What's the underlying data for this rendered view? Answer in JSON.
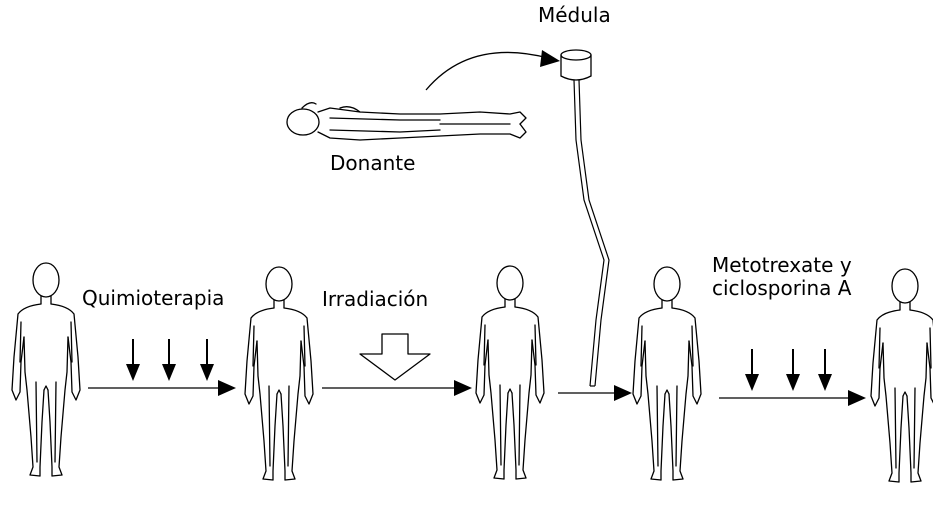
{
  "labels": {
    "chemotherapy": "Quimioterapia",
    "irradiation": "Irradiación",
    "donor": "Donante",
    "marrow": "Médula",
    "post_treatment_line1": "Metotrexate y",
    "post_treatment_line2": "ciclosporina A"
  },
  "colors": {
    "stroke": "#000000",
    "background": "#ffffff"
  },
  "icons": [
    "standing-person-icon",
    "lying-donor-icon",
    "marrow-bag-icon",
    "down-arrow-icon",
    "hollow-down-arrow-icon",
    "right-arrow-icon"
  ]
}
